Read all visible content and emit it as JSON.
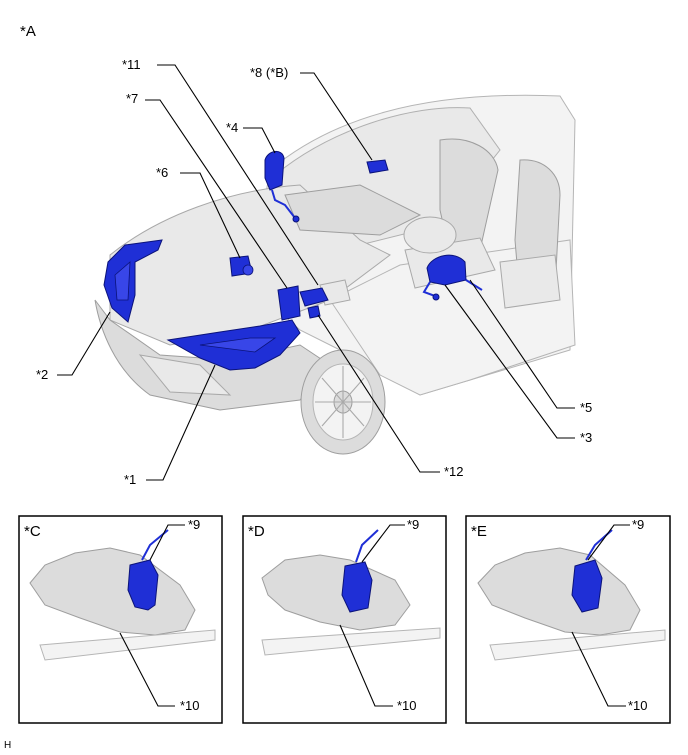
{
  "main": {
    "panel_label": "*A",
    "callouts": {
      "c1": "*1",
      "c2": "*2",
      "c3": "*3",
      "c4": "*4",
      "c5": "*5",
      "c6": "*6",
      "c7": "*7",
      "c8": "*8 (*B)",
      "c11": "*11",
      "c12": "*12"
    }
  },
  "insets": [
    {
      "label": "*C",
      "part_upper": "*9",
      "part_lower": "*10"
    },
    {
      "label": "*D",
      "part_upper": "*9",
      "part_lower": "*10"
    },
    {
      "label": "*E",
      "part_upper": "*9",
      "part_lower": "*10"
    }
  ],
  "footer": {
    "code": "H"
  },
  "colors": {
    "component_blue": "#1f2fd6",
    "vehicle_gray": "#e9e9e9"
  }
}
